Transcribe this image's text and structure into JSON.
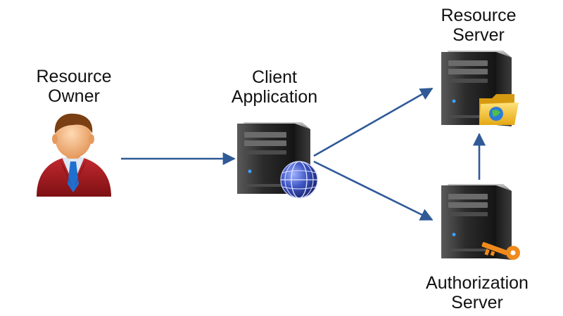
{
  "colors": {
    "arrow": "#2f5a96",
    "server_body": "#2a2a2a",
    "person_suit": "#a3191e",
    "person_tie": "#1f6fd0",
    "globe": "#2a3fa0",
    "folder": "#f2c232",
    "key": "#f08a1c"
  },
  "nodes": {
    "resource_owner": {
      "line1": "Resource",
      "line2": "Owner",
      "icon": "person-icon"
    },
    "client_application": {
      "line1": "Client",
      "line2": "Application",
      "icon": "server-with-globe-icon"
    },
    "resource_server": {
      "line1": "Resource",
      "line2": "Server",
      "icon": "server-with-folder-icon"
    },
    "authorization_server": {
      "line1": "Authorization",
      "line2": "Server",
      "icon": "server-with-key-icon"
    }
  },
  "edges": [
    {
      "from": "resource_owner",
      "to": "client_application"
    },
    {
      "from": "client_application",
      "to": "resource_server"
    },
    {
      "from": "client_application",
      "to": "authorization_server"
    },
    {
      "from": "authorization_server",
      "to": "resource_server"
    }
  ]
}
